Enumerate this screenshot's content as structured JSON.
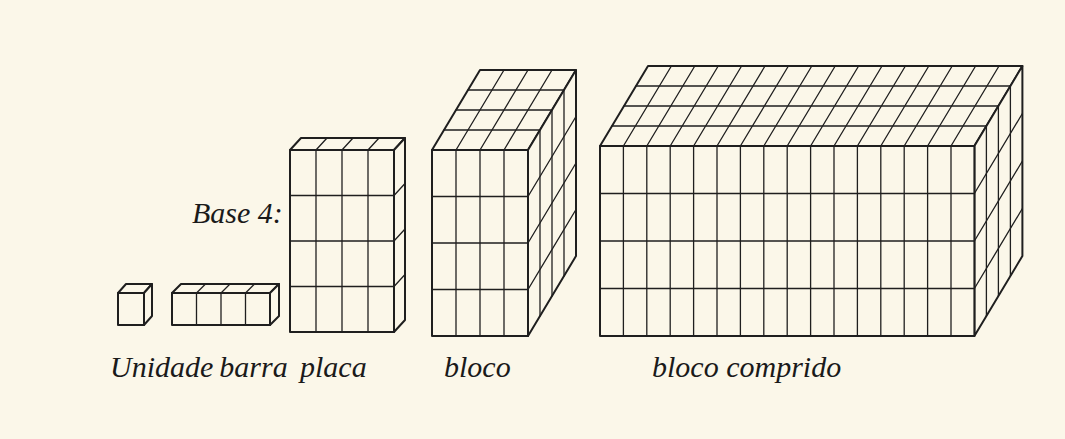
{
  "diagram": {
    "title": "Base 4:",
    "labels": [
      "Unidade",
      "barra",
      "placa",
      "bloco",
      "bloco comprido"
    ]
  }
}
